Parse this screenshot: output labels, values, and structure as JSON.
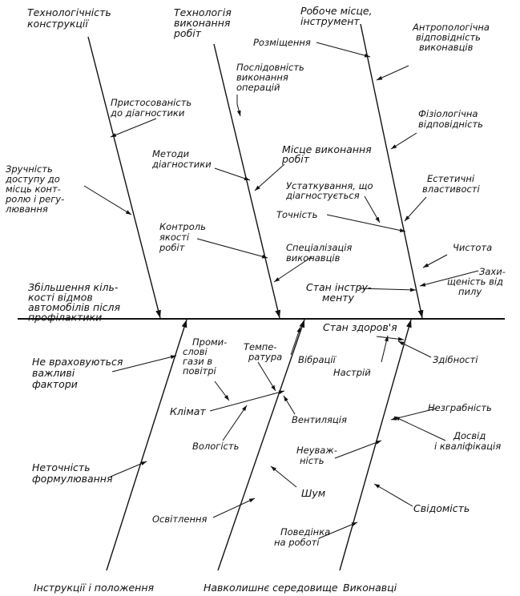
{
  "effect": "Збільшення кількості відмов автомобілів після профілактики",
  "branches": {
    "tech_design": {
      "title": "Технологічність конструкції",
      "causes": [
        "Пристосованість до діагностики",
        "Зручність доступу до місць контролю і регулювання"
      ]
    },
    "work_tech": {
      "title": "Технологія виконання робіт",
      "causes": [
        "Послідовність виконання операцій",
        "Методи діагностики",
        "Контроль якості робіт"
      ]
    },
    "workplace": {
      "title": "Робоче місце, інструмент",
      "causes": [
        "Розміщення",
        "Місце виконання робіт",
        "Устаткування, що діагностується",
        "Точність",
        "Спеціалізація виконавців",
        "Стан інструменту"
      ]
    },
    "anthro": {
      "causes": [
        "Антропологічна відповідність виконавців",
        "Фізіологічна відповідність",
        "Естетичні властивості",
        "Чистота",
        "Захищеність від пилу"
      ]
    },
    "instructions": {
      "title": "Інструкції і положення",
      "causes": [
        "Не враховуються важливі фактори",
        "Неточність формулювання"
      ]
    },
    "environment": {
      "title": "Навколишнє середовище",
      "causes": [
        "Промислові гази в повітрі",
        "Температура",
        "Вібрації",
        "Клімат",
        "Вологість",
        "Вентиляція",
        "Шум",
        "Освітлення"
      ]
    },
    "performers": {
      "title": "Виконавці",
      "causes": [
        "Стан здоров'я",
        "Настрій",
        "Здібності",
        "Незграбність",
        "Досвід і кваліфікація",
        "Неуважність",
        "Свідомість",
        "Поведінка на роботі"
      ]
    }
  }
}
